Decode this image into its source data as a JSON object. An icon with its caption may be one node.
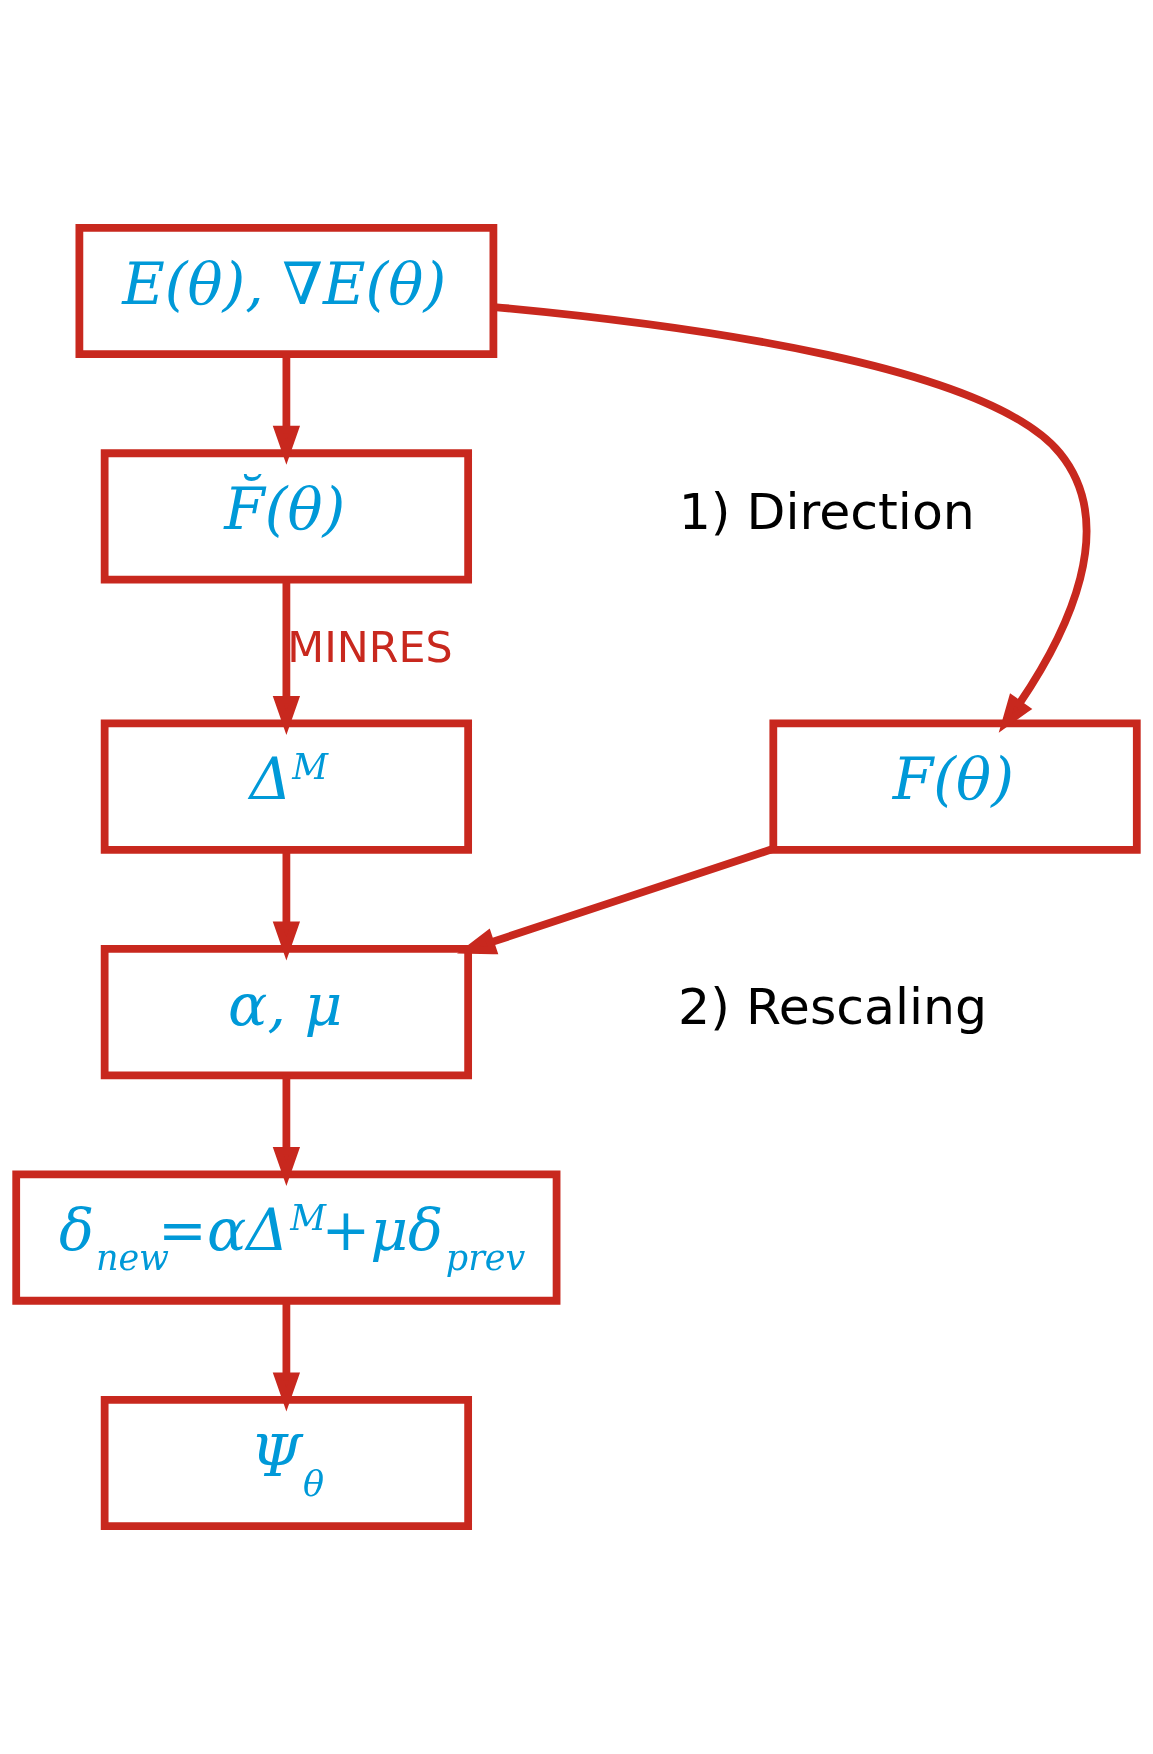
{
  "diagram": {
    "nodes": [
      {
        "text": [
          "E(θ), ∇E(θ)"
        ]
      },
      {
        "text": [
          "F̆(θ)"
        ]
      },
      {
        "text": [
          "Δ$^{M}$"
        ]
      },
      {
        "text": [
          "F(θ)"
        ]
      },
      {
        "text": [
          "α, μ"
        ]
      },
      {
        "text": [
          "δ$_{new}$=αΔ$^{M}$+μδ$_{prev}$"
        ]
      },
      {
        "text": [
          "Ψ$_{θ}$"
        ]
      }
    ],
    "edges": [
      {
        "from": 0,
        "to": 1,
        "arrow": "to"
      },
      {
        "from": 1,
        "to": 2,
        "arrow": "to",
        "label": "MINRES"
      },
      {
        "from": 0,
        "to": 3,
        "arrow": "to"
      },
      {
        "from": 2,
        "to": 4,
        "arrow": "to"
      },
      {
        "from": 3,
        "to": 4,
        "arrow": "to"
      },
      {
        "from": 4,
        "to": 5,
        "arrow": "to"
      },
      {
        "from": 5,
        "to": 6,
        "arrow": "to"
      }
    ],
    "labels": [
      "1) Direction",
      "2) Rescaling"
    ]
  }
}
